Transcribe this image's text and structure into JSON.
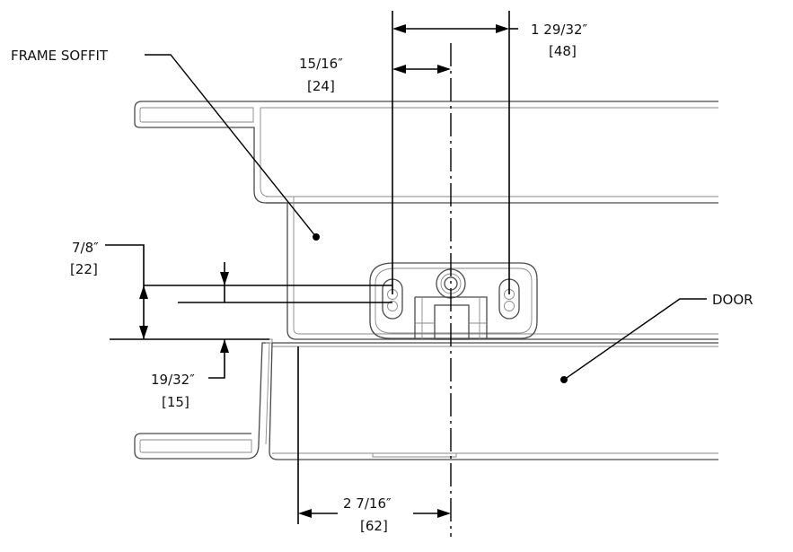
{
  "callouts": {
    "frame_soffit": "FRAME SOFFIT",
    "door": "DOOR"
  },
  "dimensions": {
    "top_overall": {
      "imperial": "1 29/32″",
      "metric": "[48]"
    },
    "top_offset": {
      "imperial": "15/16″",
      "metric": "[24]"
    },
    "vertical_left": {
      "imperial": "7/8″",
      "metric": "[22]"
    },
    "vertical_lower": {
      "imperial": "19/32″",
      "metric": "[15]"
    },
    "bottom": {
      "imperial": "2 7/16″",
      "metric": "[62]"
    }
  }
}
